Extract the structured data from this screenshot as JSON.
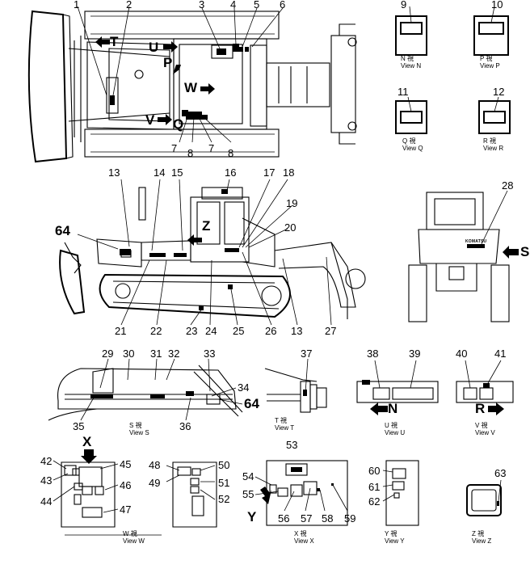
{
  "callouts": {
    "n1": "1",
    "n2": "2",
    "n3": "3",
    "n4": "4",
    "n5": "5",
    "n6": "6",
    "n7a": "7",
    "n7b": "7",
    "n8a": "8",
    "n8b": "8",
    "n9": "9",
    "n10": "10",
    "n11": "11",
    "n12": "12",
    "n13a": "13",
    "n13b": "13",
    "n14": "14",
    "n15": "15",
    "n16": "16",
    "n17": "17",
    "n18": "18",
    "n19": "19",
    "n20": "20",
    "n21": "21",
    "n22": "22",
    "n23": "23",
    "n24": "24",
    "n25": "25",
    "n26": "26",
    "n27": "27",
    "n28": "28",
    "n29": "29",
    "n30": "30",
    "n31": "31",
    "n32": "32",
    "n33": "33",
    "n34": "34",
    "n35": "35",
    "n36": "36",
    "n37": "37",
    "n38": "38",
    "n39": "39",
    "n40": "40",
    "n41": "41",
    "n42": "42",
    "n43": "43",
    "n44": "44",
    "n45": "45",
    "n46": "46",
    "n47": "47",
    "n48": "48",
    "n49": "49",
    "n50": "50",
    "n51": "51",
    "n52": "52",
    "n53": "53",
    "n54": "54",
    "n55": "55",
    "n56": "56",
    "n57": "57",
    "n58": "58",
    "n59": "59",
    "n60": "60",
    "n61": "61",
    "n62": "62",
    "n63": "63",
    "n64a": "64",
    "n64b": "64"
  },
  "view_letters": {
    "T": "T",
    "U": "U",
    "P": "P",
    "W": "W",
    "V": "V",
    "Q": "Q",
    "Z": "Z",
    "S": "S",
    "N": "N",
    "R": "R",
    "X": "X",
    "Y": "Y"
  },
  "captions": {
    "N": {
      "kanji": "N 視",
      "en": "View N"
    },
    "P": {
      "kanji": "P 視",
      "en": "View P"
    },
    "Q": {
      "kanji": "Q 視",
      "en": "View Q"
    },
    "R": {
      "kanji": "R 視",
      "en": "View R"
    },
    "S": {
      "kanji": "S 視",
      "en": "View S"
    },
    "T": {
      "kanji": "T 視",
      "en": "View T"
    },
    "U": {
      "kanji": "U 視",
      "en": "View U"
    },
    "V": {
      "kanji": "V 視",
      "en": "View V"
    },
    "W": {
      "kanji": "W 視",
      "en": "View W"
    },
    "X": {
      "kanji": "X 視",
      "en": "View X"
    },
    "Y": {
      "kanji": "Y 視",
      "en": "View Y"
    },
    "Z": {
      "kanji": "Z 視",
      "en": "View Z"
    }
  },
  "brand_text": "KOMATSU",
  "arrow_icon": "filled-arrow"
}
